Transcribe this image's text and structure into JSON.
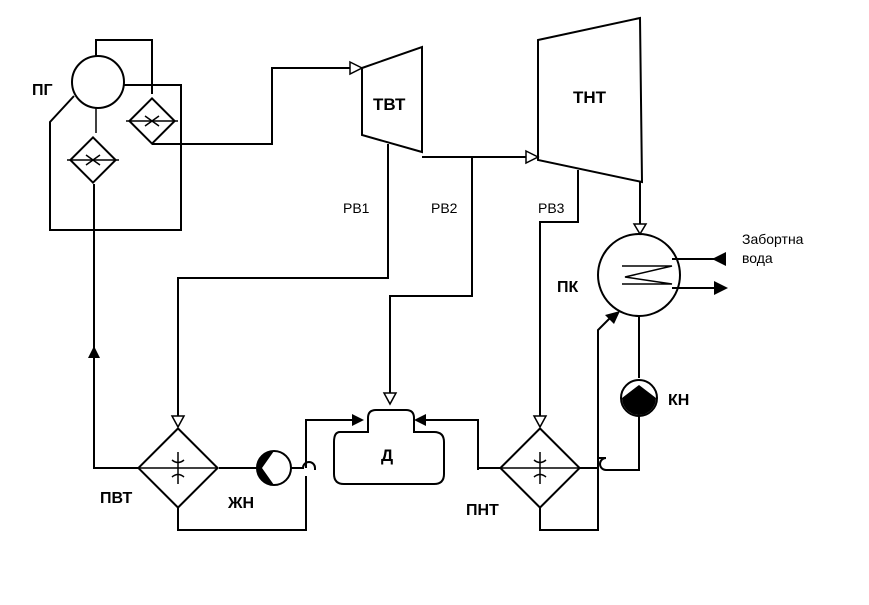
{
  "labels": {
    "steam_generator": "ПГ",
    "hp_turbine": "ТВТ",
    "lp_turbine": "ТНТ",
    "extraction_1": "РВ1",
    "extraction_2": "РВ2",
    "extraction_3": "РВ3",
    "main_condenser": "ПК",
    "sea_water_line1": "Забортна",
    "sea_water_line2": "вода",
    "condensate_pump": "КН",
    "deaerator": "Д",
    "feed_pump": "ЖН",
    "hp_heater": "ПВТ",
    "lp_heater": "ПНТ"
  },
  "colors": {
    "line": "#000000",
    "background": "#ffffff"
  }
}
